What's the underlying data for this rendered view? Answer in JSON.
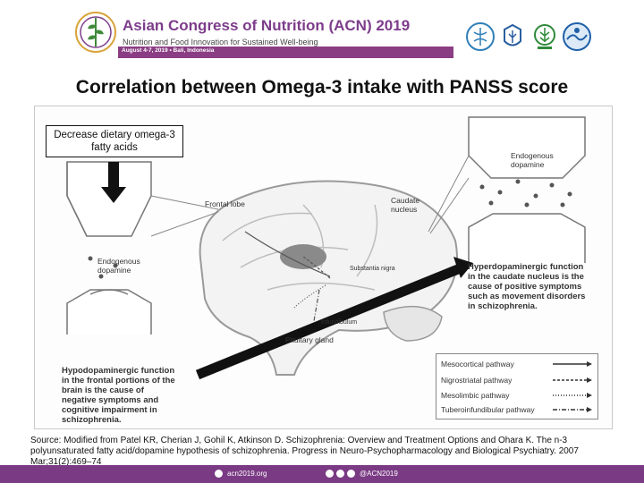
{
  "header": {
    "conference_title": "Asian Congress of Nutrition (ACN) 2019",
    "subtitle": "Nutrition and Food Innovation for Sustained Well-being",
    "date_location": "August 4-7, 2019  •  Bali, Indonesia",
    "colors": {
      "brand": "#7d3d8b",
      "brand_bar": "#8b3d84"
    }
  },
  "slide": {
    "title": "Correlation between Omega-3 intake with PANSS score"
  },
  "figure": {
    "callout": "Decrease dietary omega-3 fatty acids",
    "labels": {
      "frontal_lobe": "Frontal lobe",
      "caudate_nucleus": "Caudate nucleus",
      "substantia_nigra": "Substantia nigra",
      "infundibulum": "Infundibulum",
      "pituitary_gland": "Pituitary gland",
      "endogenous_dopamine_left": "Endogenous dopamine",
      "endogenous_dopamine_right": "Endogenous dopamine"
    },
    "hyper_text": "Hyperdopaminergic function in the caudate nucleus is the cause of positive symptoms such as movement disorders in schizophrenia.",
    "hypo_text": "Hypodopaminergic function in the frontal portions of the brain is the cause of negative symptoms and cognitive impairment in schizophrenia.",
    "legend": [
      "Mesocortical pathway",
      "Nigrostriatal pathway",
      "Mesolimbic pathway",
      "Tuberoinfundibular pathway"
    ]
  },
  "source": "Source: Modified from Patel KR, Cherian J, Gohil K, Atkinson D. Schizophrenia: Overview and Treatment Options and Ohara K. The n-3 polyunsaturated fatty acid/dopamine hypothesis of schizophrenia. Progress in Neuro-Psychopharmacology and Biological Psychiatry. 2007 Mar;31(2):469–74",
  "footer": {
    "website": "acn2019.org",
    "social_handle": "@ACN2019"
  }
}
